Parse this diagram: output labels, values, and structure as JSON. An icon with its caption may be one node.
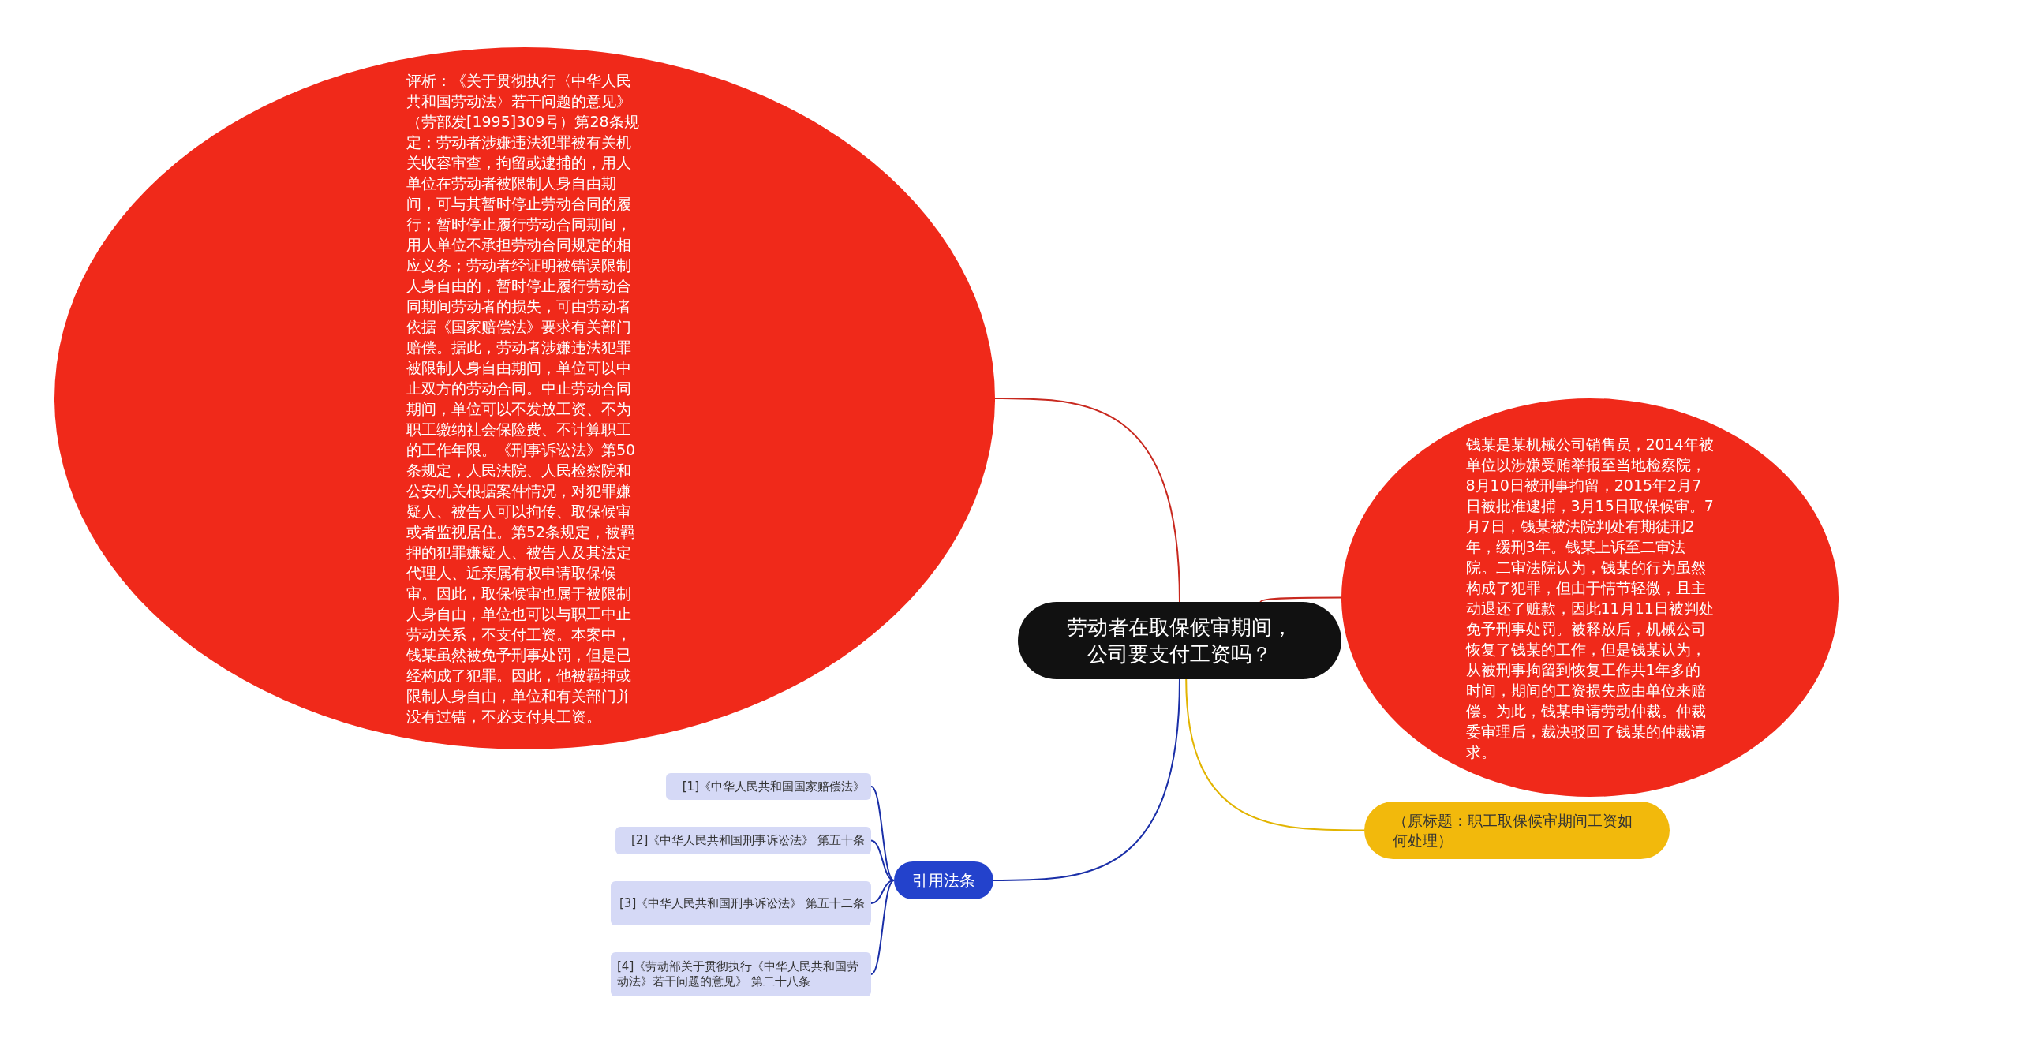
{
  "diagram": {
    "nodes": [
      {
        "text": [
          "劳动者在取保候审期间，公司要支付工资吗？"
        ]
      },
      {
        "text": [
          "评析：《关于贯彻执行〈中华人民共和国劳动法〉若干问题的意见》（劳部发[1995]309号）第28条规定：劳动者涉嫌违法犯罪被有关机关收容审查，拘留或逮捕的，用人单位在劳动者被限制人身自由期间，可与其暂时停止劳动合同的履行；暂时停止履行劳动合同期间，用人单位不承担劳动合同规定的相应义务；劳动者经证明被错误限制人身自由的，暂时停止履行劳动合同期间劳动者的损失，可由劳动者依据《国家赔偿法》要求有关部门赔偿。据此，劳动者涉嫌违法犯罪被限制人身自由期间，单位可以中止双方的劳动合同。中止劳动合同期间，单位可以不发放工资、不为职工缴纳社会保险费、不计算职工的工作年限。《刑事诉讼法》第50条规定，人民法院、人民检察院和公安机关根据案件情况，对犯罪嫌疑人、被告人可以拘传、取保候审或者监视居住。第52条规定，被羁押的犯罪嫌疑人、被告人及其法定代理人、近亲属有权申请取保候审。因此，取保候审也属于被限制人身自由，单位也可以与职工中止劳动关系，不支付工资。本案中，钱某虽然被免予刑事处罚，但是已经构成了犯罪。因此，他被羁押或限制人身自由，单位和有关部门并没有过错，不必支付其工资。"
        ]
      },
      {
        "text": [
          "钱某是某机械公司销售员，2014年被单位以涉嫌受贿举报至当地检察院，8月10日被刑事拘留，2015年2月7日被批准逮捕，3月15日取保候审。7月7日，钱某被法院判处有期徒刑2年，缓刑3年。钱某上诉至二审法院。二审法院认为，钱某的行为虽然构成了犯罪，但由于情节轻微，且主动退还了赃款，因此11月11日被判处免予刑事处罚。被释放后，机械公司恢复了钱某的工作，但是钱某认为，从被刑事拘留到恢复工作共1年多的时间，期间的工资损失应由单位来赔偿。为此，钱某申请劳动仲裁。仲裁委审理后，裁决驳回了钱某的仲裁请求。"
        ]
      },
      {
        "text": [
          "（原标题：职工取保候审期间工资如何处理）"
        ]
      },
      {
        "text": [
          "引用法条"
        ]
      },
      {
        "text": [
          "[1]《中华人民共和国国家赔偿法》"
        ]
      },
      {
        "text": [
          "[2]《中华人民共和国刑事诉讼法》 第五十条"
        ]
      },
      {
        "text": [
          "[3]《中华人民共和国刑事诉讼法》 第五十二条"
        ]
      },
      {
        "text": [
          "[4]《劳动部关于贯彻执行《中华人民共和国劳动法》若干问题的意见》 第二十八条"
        ]
      }
    ],
    "edges": [
      {
        "from": 0,
        "to": 1,
        "arrow": "none",
        "color": "#c8281e"
      },
      {
        "from": 0,
        "to": 2,
        "arrow": "none",
        "color": "#c8281e"
      },
      {
        "from": 0,
        "to": 3,
        "arrow": "none",
        "color": "#e2b400"
      },
      {
        "from": 0,
        "to": 4,
        "arrow": "none"
      },
      {
        "from": 4,
        "to": 5,
        "arrow": "none"
      },
      {
        "from": 4,
        "to": 6,
        "arrow": "none"
      },
      {
        "from": 4,
        "to": 7,
        "arrow": "none"
      },
      {
        "from": 4,
        "to": 8,
        "arrow": "none"
      }
    ]
  }
}
